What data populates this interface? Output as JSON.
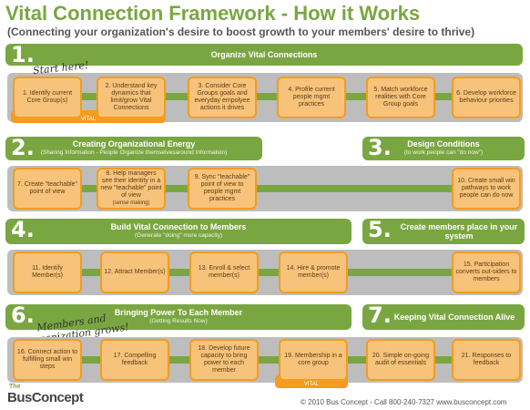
{
  "title": "Vital Connection Framework - How it Works",
  "subtitle": "(Connecting your organization's desire to boost growth to your members' desire to thrive)",
  "sections": [
    {
      "num": "1.",
      "title": "Organize Vital Connections",
      "sub": ""
    },
    {
      "num": "2.",
      "title": "Creating Organizational Energy",
      "sub": "(Sharing Information - People Organize themselvesaround Information)"
    },
    {
      "num": "3.",
      "title": "Design Conditions",
      "sub": "(to work people can \"do now\")"
    },
    {
      "num": "4.",
      "title": "Build Vital Connection to Members",
      "sub": "(Generate \"doing\" more capacity)"
    },
    {
      "num": "5.",
      "title": "Create members place in your system",
      "sub": ""
    },
    {
      "num": "6.",
      "title": "Bringing Power To Each Member",
      "sub": "(Getting Results Now)"
    },
    {
      "num": "7.",
      "title": "Keeping Vital Connection Alive",
      "sub": ""
    }
  ],
  "steps": [
    "1. Identify current Core Group(s)",
    "2. Understand key dynamics that limit/grow Vital Connections",
    "3. Consider Core Groups goals and everyday empolyee actions it drives",
    "4. Profile current people mgmt practices",
    "5. Match workforce realities with Core Group goals",
    "6. Develop workforce behaviour priorities",
    "7. Create \"teachable\" point of view",
    "8. Help managers see their identity in a new \"teachable\" point of view",
    "9. Sync \"teachable\" point of view to people mgmt practices",
    "10. Create small win pathways to work people can do now",
    "11. Identify Member(s)",
    "12. Attract Member(s)",
    "13. Enroll & select member(s)",
    "14. Hire & promote member(s)",
    "15. Participation converts out-siders to members",
    "16. Connect action to fulfilling small win steps",
    "17. Compelling feedback",
    "18. Develop future capacity to bring power to each member",
    "19. Membership in a core group",
    "20. Simple on-going audit of essentials",
    "21. Responses to feedback"
  ],
  "step8_extra": "(sense making)",
  "vital_label": "VITAL",
  "annotations": {
    "start": "Start here!",
    "members_line1": "Members and",
    "members_line2": "organization grows!"
  },
  "footer": "© 2010 Bus Concept - Call 800-240-7327  www.busconcept.com",
  "logo": {
    "the": "The",
    "name": "BusConcept"
  },
  "colors": {
    "green": "#7aa641",
    "orange": "#f39c1f",
    "card": "#f7c37a",
    "lane": "#bdbdbd"
  }
}
